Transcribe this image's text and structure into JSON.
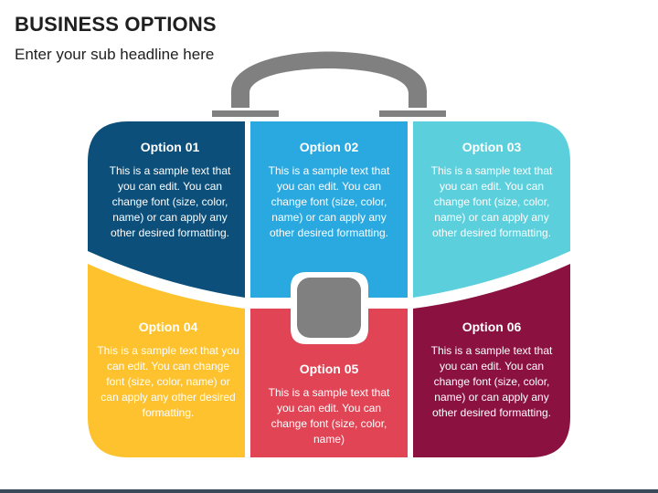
{
  "header": {
    "title": "BUSINESS OPTIONS",
    "subtitle": "Enter your sub headline here"
  },
  "colors": {
    "option1": "#0b4f7a",
    "option2": "#2aa8e0",
    "option3": "#5bcfdc",
    "option4": "#fdc22d",
    "option5": "#e04455",
    "option6": "#8b1140",
    "handle": "#808080"
  },
  "options": [
    {
      "title": "Option 01",
      "body": "This is a sample text that you can edit. You can change font (size, color, name) or can apply any other desired formatting."
    },
    {
      "title": "Option 02",
      "body": "This is a sample text that you can edit. You can change font (size, color, name) or can apply any other desired formatting."
    },
    {
      "title": "Option 03",
      "body": "This is a sample text that you can edit. You can change font (size, color, name) or can apply any other desired formatting."
    },
    {
      "title": "Option 04",
      "body": "This is a sample text that you can edit. You can change font (size, color, name) or can apply any other desired formatting."
    },
    {
      "title": "Option 05",
      "body": "This is a sample text that you can edit. You can change font (size, color, name)"
    },
    {
      "title": "Option 06",
      "body": "This is a sample text that you can edit. You can change font (size, color, name) or can apply any other desired formatting."
    }
  ]
}
